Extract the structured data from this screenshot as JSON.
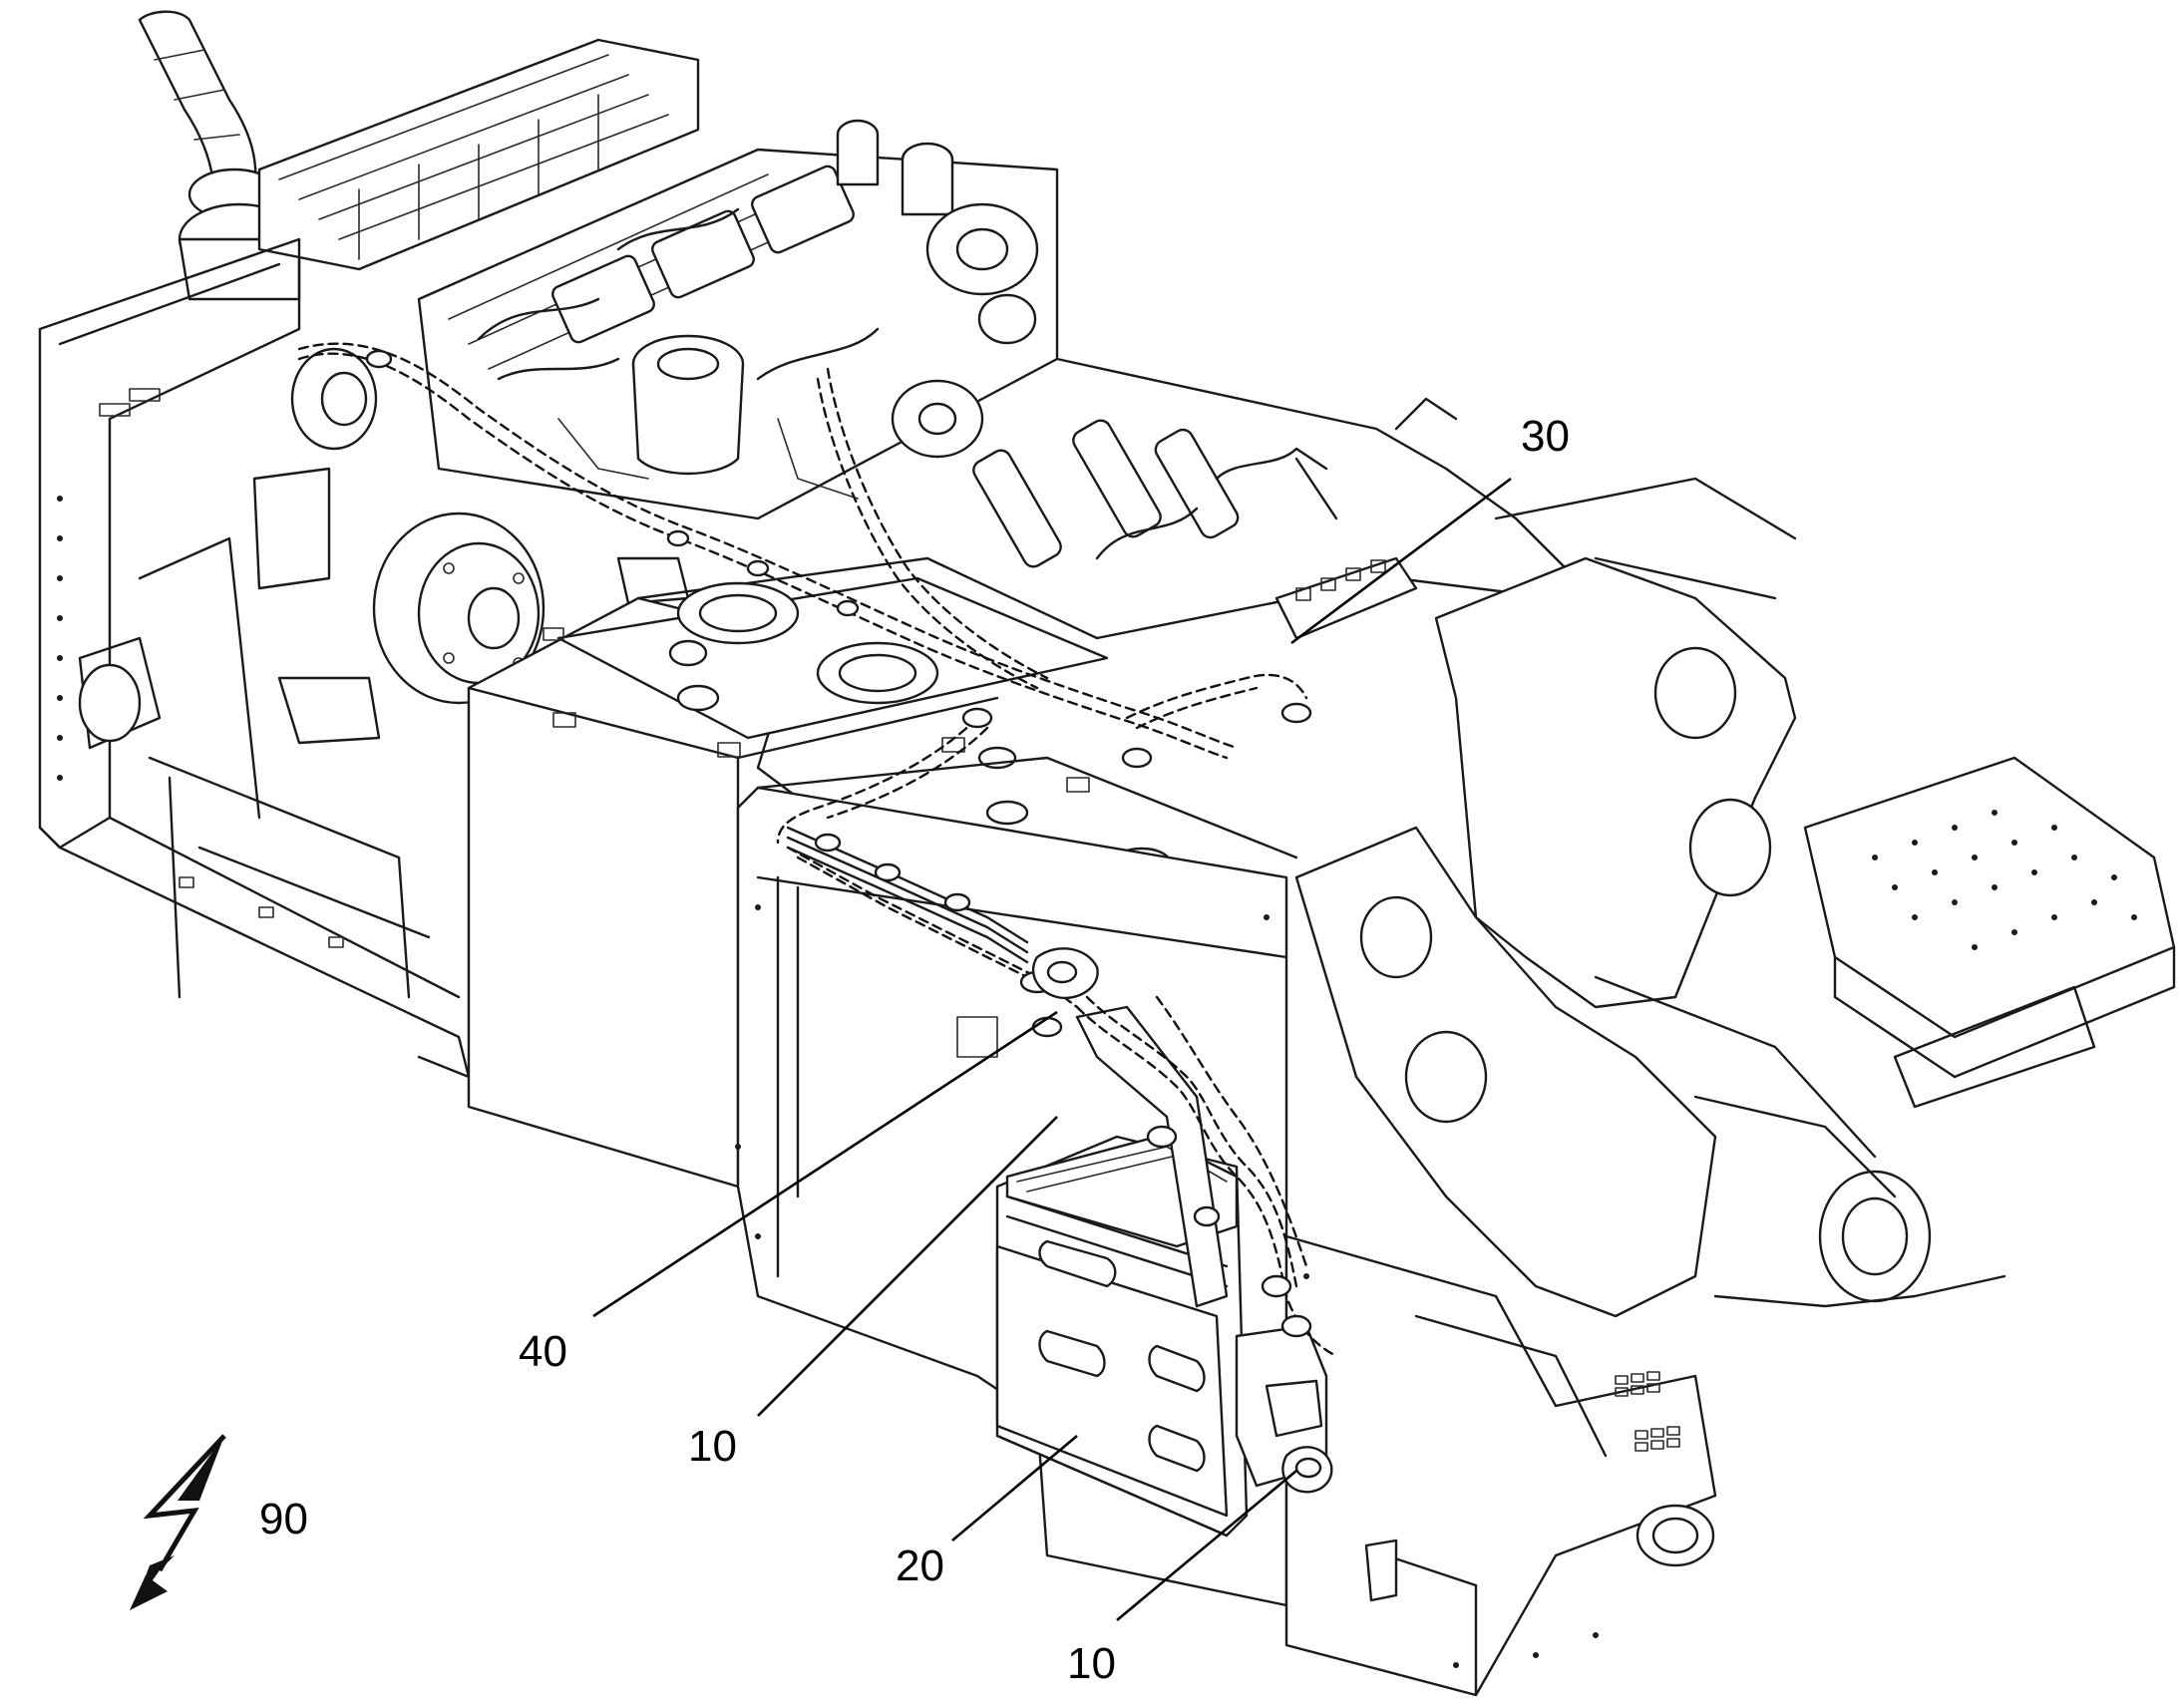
{
  "reference_numerals": {
    "harness_engine": "30",
    "harness_lower": "40",
    "connector_upper": "10",
    "connector_lower": "10",
    "battery_box": "20",
    "power_symbol": "90"
  },
  "icons": {
    "power_symbol": "lightning-bolt-arrow-icon"
  }
}
